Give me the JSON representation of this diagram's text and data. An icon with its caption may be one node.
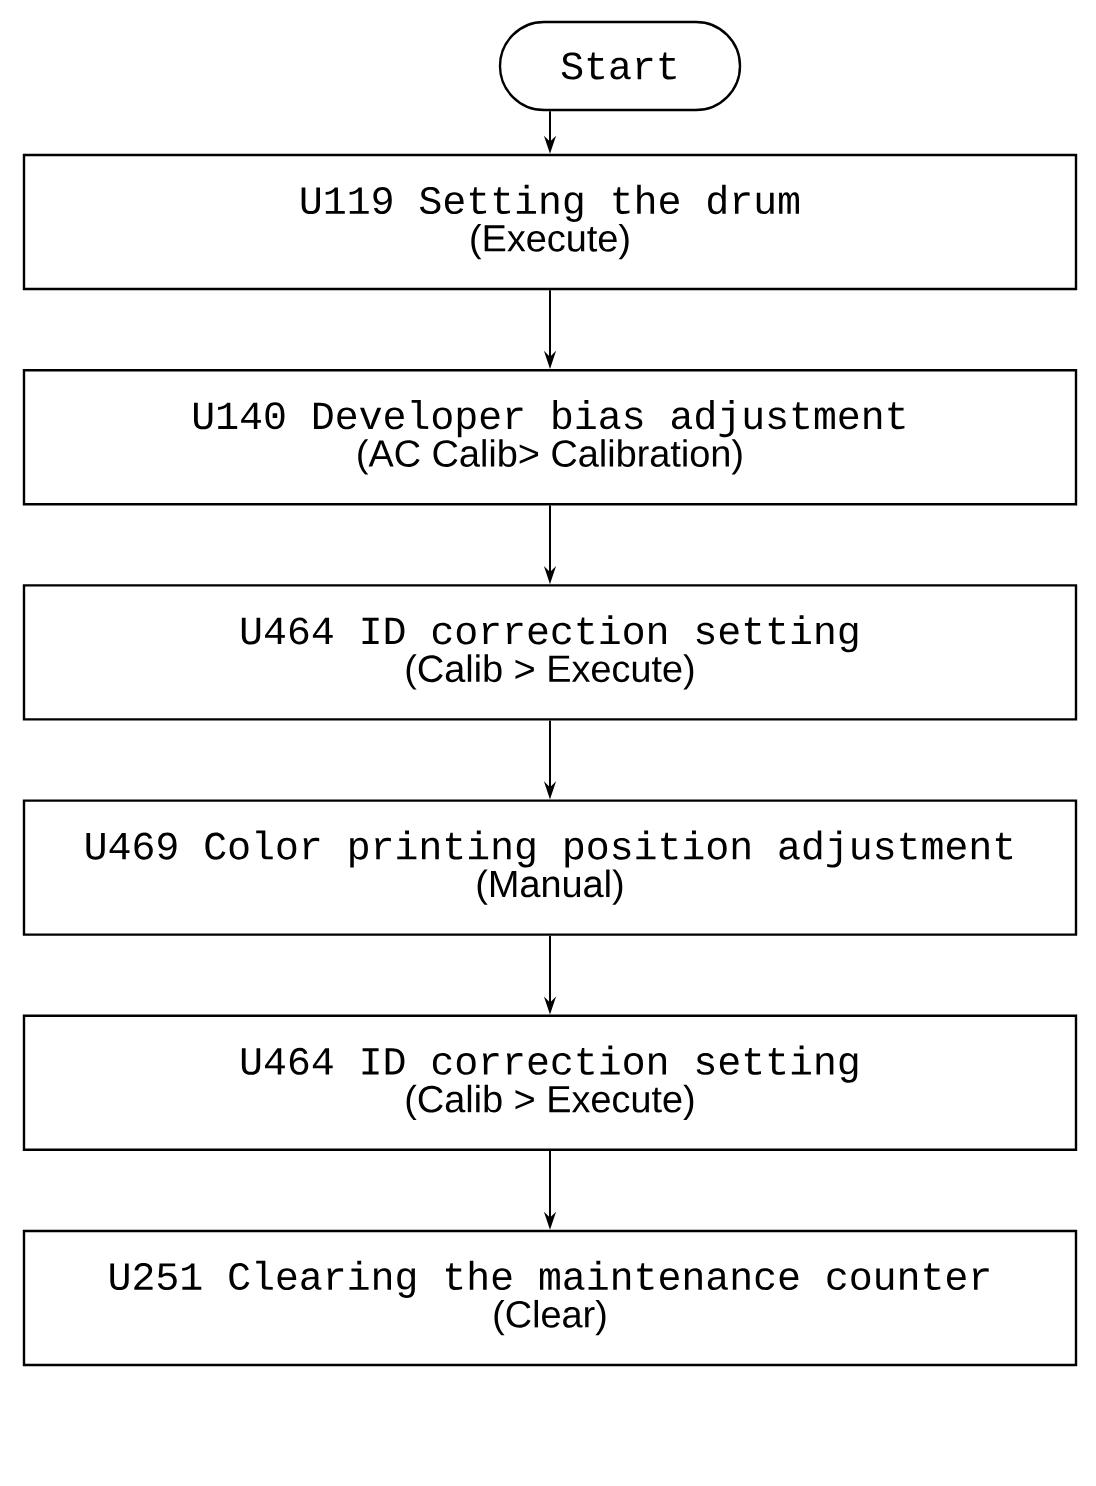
{
  "diagram": {
    "nodes": [
      {
        "text": [
          "Start"
        ]
      },
      {
        "text": [
          "U119 Setting the drum",
          "(Execute)"
        ]
      },
      {
        "text": [
          "U140 Developer bias adjustment",
          "(AC Calib> Calibration)"
        ]
      },
      {
        "text": [
          "U464 ID correction setting",
          "(Calib > Execute)"
        ]
      },
      {
        "text": [
          "U469 Color printing position adjustment",
          "(Manual)"
        ]
      },
      {
        "text": [
          "U464 ID correction setting",
          "(Calib > Execute)"
        ]
      },
      {
        "text": [
          "U251 Clearing the maintenance counter",
          "(Clear)"
        ]
      }
    ],
    "edges": [
      {
        "from": 0,
        "to": 1,
        "arrow": "to"
      },
      {
        "from": 1,
        "to": 2,
        "arrow": "to"
      },
      {
        "from": 2,
        "to": 3,
        "arrow": "to"
      },
      {
        "from": 3,
        "to": 4,
        "arrow": "to"
      },
      {
        "from": 4,
        "to": 5,
        "arrow": "to"
      },
      {
        "from": 5,
        "to": 6,
        "arrow": "to"
      }
    ]
  }
}
